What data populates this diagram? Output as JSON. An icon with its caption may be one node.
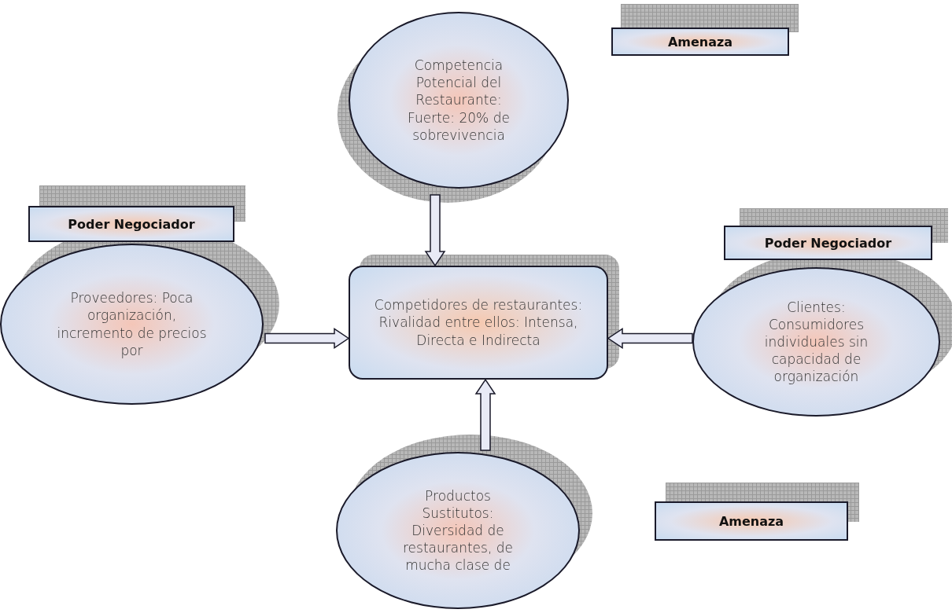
{
  "diagram": {
    "nodes": [
      {
        "text": [
          "Competencia Potencial del Restaurante: Fuerte: 20% de sobrevivencia"
        ]
      },
      {
        "text": [
          "Amenaza"
        ]
      },
      {
        "text": [
          "Poder Negociador"
        ]
      },
      {
        "text": [
          "Proveedores: Poca organización, incremento de precios por"
        ]
      },
      {
        "text": [
          "Competidores de restaurantes: Rivalidad entre ellos: Intensa, Directa e Indirecta"
        ]
      },
      {
        "text": [
          "Poder Negociador"
        ]
      },
      {
        "text": [
          "Clientes: Consumidores individuales sin capacidad de organización"
        ]
      },
      {
        "text": [
          "Productos Sustitutos: Diversidad de restaurantes, de mucha clase de"
        ]
      },
      {
        "text": [
          "Amenaza"
        ]
      }
    ],
    "edges": [
      {
        "from": 0,
        "to": 4,
        "arrow": "to"
      },
      {
        "from": 3,
        "to": 4,
        "arrow": "to"
      },
      {
        "from": 6,
        "to": 4,
        "arrow": "to"
      },
      {
        "from": 7,
        "to": 4,
        "arrow": "to"
      }
    ]
  }
}
